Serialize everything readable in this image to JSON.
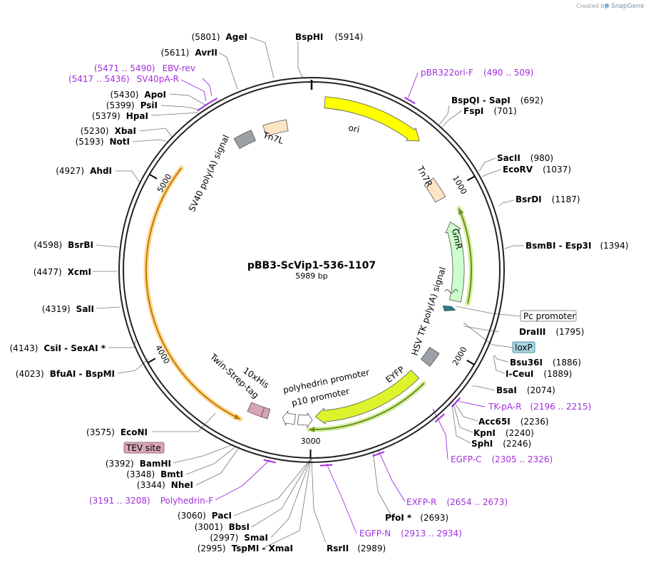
{
  "credit": {
    "text": "Created by",
    "brand": "SnapGene"
  },
  "plasmid": {
    "name": "pBB3-ScVip1-536-1107",
    "length_label": "5989 bp",
    "length_bp": 5989
  },
  "ticks": [
    "1000",
    "2000",
    "3000",
    "4000",
    "5000"
  ],
  "tick_positions": [
    1000,
    2000,
    3000,
    4000,
    5000
  ],
  "features": [
    {
      "name": "ori",
      "start": 75,
      "end": 663,
      "dir": 1,
      "fill": "#ffff00",
      "type": "arrow"
    },
    {
      "name": "Tn7R",
      "start": 880,
      "end": 1020,
      "dir": 0,
      "fill": "#fde4c4",
      "type": "box"
    },
    {
      "name": "GmR",
      "start": 1180,
      "end": 1700,
      "dir": -1,
      "fill": "#ccffcc",
      "type": "arrow"
    },
    {
      "name": "HSV TK poly(A) signal",
      "start": 2050,
      "end": 2150,
      "dir": 0,
      "fill": "#9aa0a6",
      "type": "box"
    },
    {
      "name": "EYFP",
      "start": 2250,
      "end": 2970,
      "dir": 1,
      "fill": "#ddf32b",
      "type": "arrow"
    },
    {
      "name": "polyhedrin promoter",
      "start": 2990,
      "end": 3080,
      "dir": -1,
      "fill": "#ffffff",
      "type": "arrow"
    },
    {
      "name": "p10 promoter",
      "start": 3100,
      "end": 3180,
      "dir": 1,
      "fill": "#ffffff",
      "type": "arrow"
    },
    {
      "name": "10xHis",
      "start": 3270,
      "end": 3310,
      "dir": 0,
      "fill": "#d7a5b5",
      "type": "box"
    },
    {
      "name": "Twin-Strep-tag",
      "start": 3310,
      "end": 3400,
      "dir": 0,
      "fill": "#d7a5b5",
      "type": "box"
    },
    {
      "name": "Tn7L",
      "start": 5680,
      "end": 5830,
      "dir": 0,
      "fill": "#fde4c4",
      "type": "box"
    },
    {
      "name": "SV40 poly(A) signal",
      "start": 5480,
      "end": 5600,
      "dir": 0,
      "fill": "#9aa0a6",
      "type": "box"
    }
  ],
  "orf_arcs": [
    {
      "start": 1120,
      "end": 1700,
      "dir": -1,
      "color": "#6b8e23",
      "glow": "#d6ef9e"
    },
    {
      "start": 2250,
      "end": 3010,
      "dir": 1,
      "color": "#6b8e23",
      "glow": "#d6ef9e"
    },
    {
      "start": 3420,
      "end": 5125,
      "dir": -1,
      "color": "#c17a00",
      "glow": "#ffd99a"
    }
  ],
  "small_marks": [
    {
      "name": "Pc promoter",
      "pos": 1660,
      "fill": "#ffffff"
    },
    {
      "name": "loxP",
      "pos": 1760,
      "fill": "#2e7a87"
    }
  ],
  "boxed_labels": [
    {
      "text": "Pc promoter",
      "fill": "#ffffff",
      "stroke": "#888888"
    },
    {
      "text": "loxP",
      "fill": "#a9d6e0",
      "stroke": "#4a8fa0"
    },
    {
      "text": "TEV site",
      "fill": "#d7a5b5",
      "stroke": "#a07080"
    }
  ],
  "enzyme_labels": [
    {
      "pos_label": "(5801)",
      "name": "AgeI",
      "order": "pos-first"
    },
    {
      "pos_label": "(5611)",
      "name": "AvrII",
      "order": "pos-first"
    },
    {
      "pos_label": "(5430)",
      "name": "ApoI",
      "order": "pos-first"
    },
    {
      "pos_label": "(5399)",
      "name": "PsiI",
      "order": "pos-first"
    },
    {
      "pos_label": "(5379)",
      "name": "HpaI",
      "order": "pos-first"
    },
    {
      "pos_label": "(5230)",
      "name": "XbaI",
      "order": "pos-first"
    },
    {
      "pos_label": "(5193)",
      "name": "NotI",
      "order": "pos-first"
    },
    {
      "pos_label": "(4927)",
      "name": "AhdI",
      "order": "pos-first"
    },
    {
      "pos_label": "(4598)",
      "name": "BsrBI",
      "order": "pos-first"
    },
    {
      "pos_label": "(4477)",
      "name": "XcmI",
      "order": "pos-first"
    },
    {
      "pos_label": "(4319)",
      "name": "SalI",
      "order": "pos-first"
    },
    {
      "pos_label": "(4143)",
      "name": "CsiI  - SexAI *",
      "order": "pos-first"
    },
    {
      "pos_label": "(4023)",
      "name": "BfuAI  - BspMI",
      "order": "pos-first"
    },
    {
      "pos_label": "(3575)",
      "name": "EcoNI",
      "order": "pos-first"
    },
    {
      "pos_label": "(3392)",
      "name": "BamHI",
      "order": "pos-first"
    },
    {
      "pos_label": "(3348)",
      "name": "BmtI",
      "order": "pos-first"
    },
    {
      "pos_label": "(3344)",
      "name": "NheI",
      "order": "pos-first"
    },
    {
      "pos_label": "(3060)",
      "name": "PacI",
      "order": "pos-first"
    },
    {
      "pos_label": "(3001)",
      "name": "BbsI",
      "order": "pos-first"
    },
    {
      "pos_label": "(2997)",
      "name": "SmaI",
      "order": "pos-first"
    },
    {
      "pos_label": "(2995)",
      "name": "TspMI  - XmaI",
      "order": "pos-first"
    },
    {
      "pos_label": "(5914)",
      "name": "BspHI",
      "order": "name-first"
    },
    {
      "pos_label": "(692)",
      "name": "BspQI  - SapI",
      "order": "name-first"
    },
    {
      "pos_label": "(701)",
      "name": "FspI",
      "order": "name-first"
    },
    {
      "pos_label": "(980)",
      "name": "SacII",
      "order": "name-first"
    },
    {
      "pos_label": "(1037)",
      "name": "EcoRV",
      "order": "name-first"
    },
    {
      "pos_label": "(1187)",
      "name": "BsrDI",
      "order": "name-first"
    },
    {
      "pos_label": "(1394)",
      "name": "BsmBI  - Esp3I",
      "order": "name-first"
    },
    {
      "pos_label": "(1795)",
      "name": "DraIII",
      "order": "name-first"
    },
    {
      "pos_label": "(1886)",
      "name": "Bsu36I",
      "order": "name-first"
    },
    {
      "pos_label": "(1889)",
      "name": "I-CeuI",
      "order": "name-first"
    },
    {
      "pos_label": "(2074)",
      "name": "BsaI",
      "order": "name-first"
    },
    {
      "pos_label": "(2236)",
      "name": "Acc65I",
      "order": "name-first"
    },
    {
      "pos_label": "(2240)",
      "name": "KpnI",
      "order": "name-first"
    },
    {
      "pos_label": "(2246)",
      "name": "SphI",
      "order": "name-first"
    },
    {
      "pos_label": "(2693)",
      "name": "PfoI *",
      "order": "name-first"
    },
    {
      "pos_label": "(2989)",
      "name": "RsrII",
      "order": "name-first"
    }
  ],
  "primer_labels": [
    {
      "name": "pBR322ori-F",
      "range": "(490 .. 509)",
      "order": "name-first"
    },
    {
      "name": "TK-pA-R",
      "range": "(2196 .. 2215)",
      "order": "name-first"
    },
    {
      "name": "EGFP-C",
      "range": "(2305 .. 2326)",
      "order": "name-first"
    },
    {
      "name": "EXFP-R",
      "range": "(2654 .. 2673)",
      "order": "name-first"
    },
    {
      "name": "EGFP-N",
      "range": "(2913 .. 2934)",
      "order": "name-first"
    },
    {
      "name": "Polyhedrin-F",
      "range": "(3191 .. 3208)",
      "order": "range-first"
    },
    {
      "name": "EBV-rev",
      "range": "(5471 .. 5490)",
      "order": "range-first"
    },
    {
      "name": "SV40pA-R",
      "range": "(5417 .. 5436)",
      "order": "range-first"
    }
  ],
  "colors": {
    "backbone": "#222222",
    "primer": "#a12fdc",
    "lead": "#777777"
  }
}
